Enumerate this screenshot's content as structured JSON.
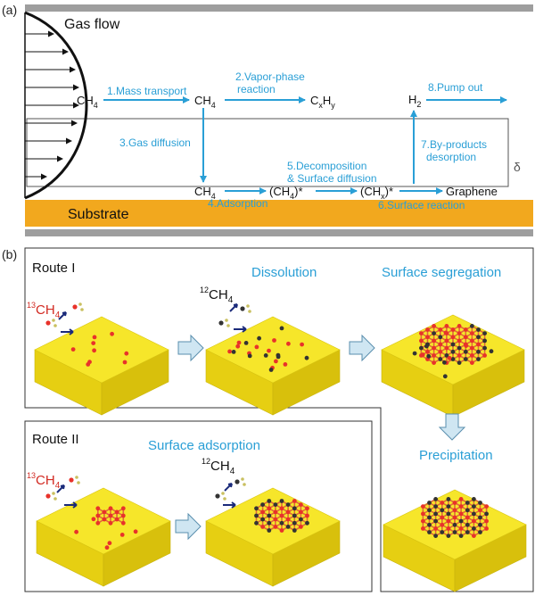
{
  "panel_a": {
    "tag": "(a)",
    "gas_flow": "Gas flow",
    "substrate": "Substrate",
    "delta": "δ",
    "species": {
      "ch4": "CH",
      "sub4": "4",
      "cxhy_c": "C",
      "cxhy_x": "x",
      "cxhy_h": "H",
      "cxhy_y": "y",
      "ch4_ads_open": "(CH",
      "ch4_ads_close": ")*",
      "chx_open": "(CH",
      "chx_x": "x",
      "chx_close": ")*",
      "h2_h": "H",
      "h2_2": "2",
      "graphene": "Graphene"
    },
    "steps": {
      "s1": "1.Mass transport",
      "s2a": "2.Vapor-phase",
      "s2b": "reaction",
      "s3": "3.Gas diffusion",
      "s4": "4.Adsorption",
      "s5a": "5.Decomposition",
      "s5b": "& Surface diffusion",
      "s6": "6.Surface reaction",
      "s7a": "7.By-products",
      "s7b": "desorption",
      "s8": "8.Pump out"
    }
  },
  "panel_b": {
    "tag": "(b)",
    "route1": "Route I",
    "route2": "Route II",
    "dissolution": "Dissolution",
    "surface_segregation": "Surface segregation",
    "precipitation": "Precipitation",
    "surface_adsorption": "Surface adsorption",
    "c13_sup": "13",
    "c12_sup": "12",
    "ch": "CH",
    "sub4": "4"
  },
  "colors": {
    "accent_blue": "#2a9fd6",
    "substrate_orange": "#f2a81e",
    "rail_gray": "#9e9e9e",
    "cube_yellow": "#f6e62a",
    "atom_red": "#e8322a",
    "atom_dark": "#333333",
    "arrow_fill": "#cfe6f2"
  }
}
